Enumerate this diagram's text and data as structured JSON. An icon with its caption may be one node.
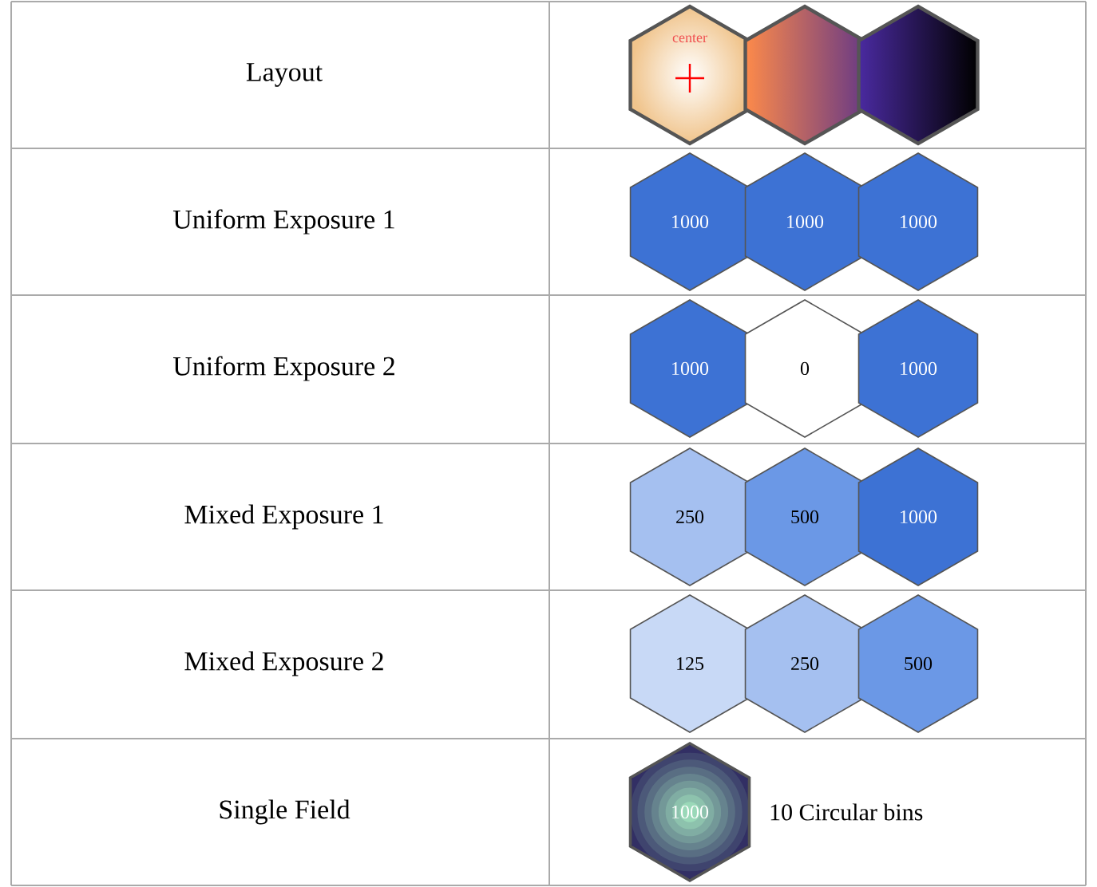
{
  "diagram": {
    "nodes": [
      {
        "text": [
          "center"
        ]
      },
      {
        "text": [],
        "shape": "hexagon"
      },
      {
        "text": [],
        "shape": "hexagon"
      },
      {
        "text": [
          "1000"
        ]
      },
      {
        "text": [
          "1000"
        ]
      },
      {
        "text": [
          "1000"
        ]
      },
      {
        "text": [
          "1000"
        ]
      },
      {
        "text": [
          "0"
        ]
      },
      {
        "text": [
          "1000"
        ]
      },
      {
        "text": [
          "250"
        ]
      },
      {
        "text": [
          "500"
        ]
      },
      {
        "text": [
          "1000"
        ]
      },
      {
        "text": [
          "125"
        ]
      },
      {
        "text": [
          "250"
        ]
      },
      {
        "text": [
          "500"
        ]
      },
      {
        "text": [
          "1000"
        ],
        "beside": [
          "10 Circular bins"
        ]
      }
    ],
    "labels": [
      "Layout",
      "Uniform Exposure 1",
      "Uniform Exposure 2",
      "Mixed Exposure 1",
      "Mixed Exposure 2",
      "Single Field"
    ]
  }
}
